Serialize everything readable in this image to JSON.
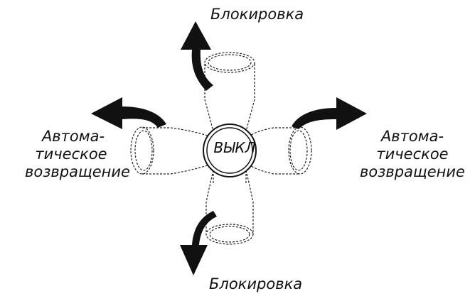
{
  "labels": {
    "top": "Блокировка",
    "bottom": "Блокировка",
    "left": [
      "Автома-",
      "тическое",
      "возвращение"
    ],
    "right": [
      "Автома-",
      "тическое",
      "возвращение"
    ],
    "center": "ВЫКЛ"
  }
}
